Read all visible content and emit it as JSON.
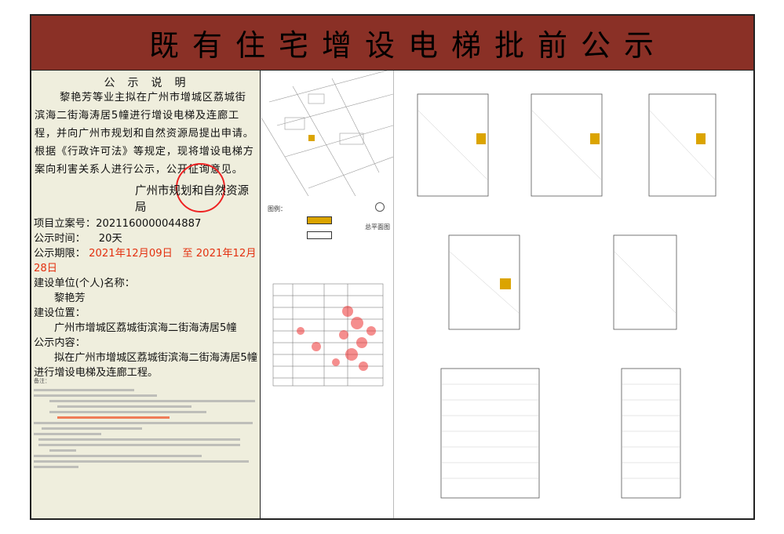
{
  "header": {
    "title": "既有住宅增设电梯批前公示"
  },
  "notice": {
    "section_title": "公示说明",
    "description": "黎艳芳等业主拟在广州市增城区荔城街滨海二街海涛居5幢进行增设电梯及连廊工程，并向广州市规划和自然资源局提出申请。根据《行政许可法》等规定，现将增设电梯方案向利害关系人进行公示，公开征询意见。",
    "agency": "广州市规划和自然资源局",
    "project_no_label": "项目立案号：",
    "project_no": "2021160000044887",
    "duration_label": "公示时间：",
    "duration": "20天",
    "period_label": "公示期限：",
    "period_start": "2021年12月09日",
    "period_to": "至",
    "period_end": "2021年12月28日",
    "applicant_label": "建设单位(个人)名称：",
    "applicant": "黎艳芳",
    "location_label": "建设位置：",
    "location": "广州市增城区荔城街滨海二街海涛居5幢",
    "content_label": "公示内容：",
    "content": "拟在广州市增城区荔城街滨海二街海涛居5幢进行增设电梯及连廊工程。",
    "notes_label": "备注："
  },
  "drawings": {
    "legend_title": "图例：",
    "site_plan_label": "总平面图",
    "colors": {
      "elevator": "#dba400",
      "seal": "#e22222",
      "header": "#8a3026",
      "panel": "#efeedd",
      "highlight_red": "#e3300f"
    }
  }
}
